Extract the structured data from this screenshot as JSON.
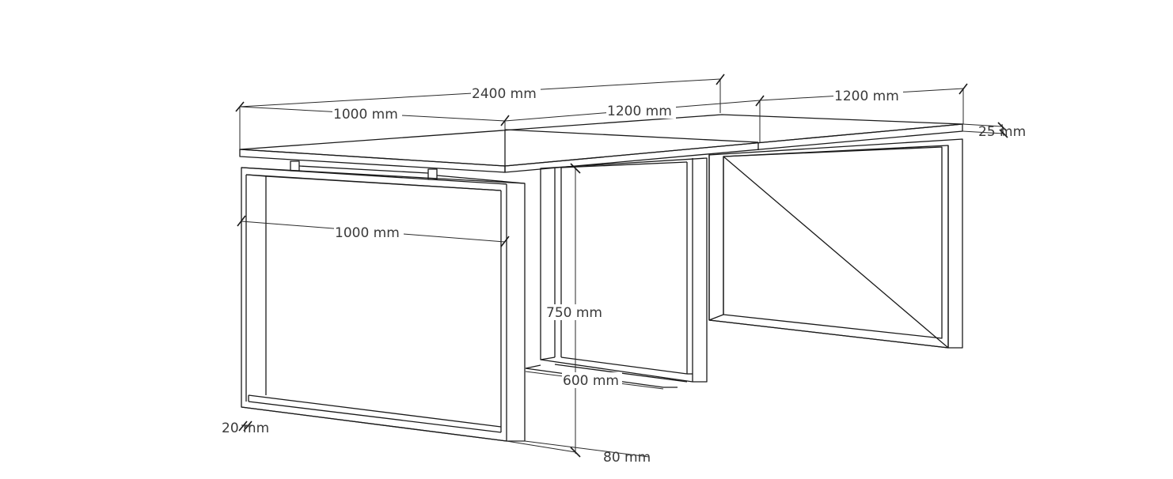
{
  "dimensions": {
    "total_length": "2400 mm",
    "left_leg_depth": "1000 mm",
    "middle_span": "1200 mm",
    "right_span": "1200 mm",
    "top_thickness": "25 mm",
    "leg_depth": "1000 mm",
    "height": "750 mm",
    "leg_inner_width": "600 mm",
    "frame_profile": "20 mm",
    "leg_width": "80 mm"
  },
  "colors": {
    "line": "#1a1a1a",
    "text": "#3a3a3a",
    "background": "#ffffff"
  }
}
